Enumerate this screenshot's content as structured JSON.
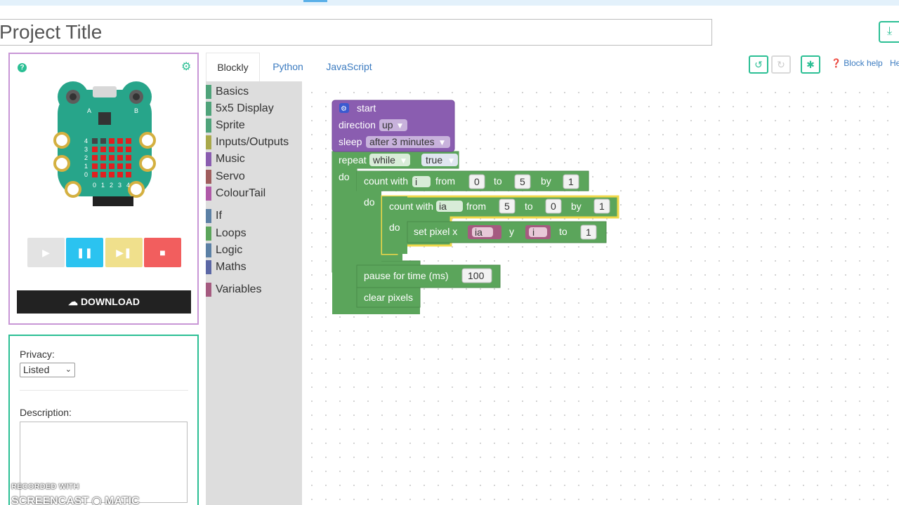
{
  "project": {
    "title_placeholder": "Project Title",
    "save_icon": "download-icon"
  },
  "simulator": {
    "pin_labels": {
      "a": "A",
      "b": "B"
    },
    "row_labels": [
      "4",
      "3",
      "2",
      "1",
      "0"
    ],
    "col_labels": [
      "0",
      "1",
      "2",
      "3",
      "4"
    ],
    "buttons": {
      "play": {
        "glyph": "▶",
        "color": "#e3e3e3"
      },
      "pause": {
        "glyph": "❚❚",
        "color": "#2bc3f0"
      },
      "step": {
        "glyph": "▶❚",
        "color": "#f0e08c"
      },
      "stop": {
        "glyph": "■",
        "color": "#f25e5e"
      }
    },
    "download_label": "DOWNLOAD",
    "download_icon": "cloud-download-icon"
  },
  "info": {
    "privacy_label": "Privacy:",
    "privacy_value": "Listed",
    "description_label": "Description:"
  },
  "watermark": {
    "line1": "RECORDED WITH",
    "line2": "SCREENCAST",
    "line3": "MATIC"
  },
  "editor": {
    "tabs": [
      "Blockly",
      "Python",
      "JavaScript"
    ],
    "block_help": "Block help",
    "help": "He"
  },
  "toolbox": [
    {
      "label": "Basics",
      "color": "#4fa37a"
    },
    {
      "label": "5x5 Display",
      "color": "#4fa37a"
    },
    {
      "label": "Sprite",
      "color": "#4fa37a"
    },
    {
      "label": "Inputs/Outputs",
      "color": "#a9a94b"
    },
    {
      "label": "Music",
      "color": "#8a5db0"
    },
    {
      "label": "Servo",
      "color": "#a05d5d"
    },
    {
      "label": "ColourTail",
      "color": "#b05aa8"
    },
    {
      "label": "If",
      "color": "#5b80a5"
    },
    {
      "label": "Loops",
      "color": "#5ba55b"
    },
    {
      "label": "Logic",
      "color": "#5b80a5"
    },
    {
      "label": "Maths",
      "color": "#5b67a5"
    },
    {
      "label": "Variables",
      "color": "#a55b80"
    }
  ],
  "blocks": {
    "start": {
      "label": "start",
      "direction_label": "direction",
      "direction_value": "up",
      "sleep_label": "sleep",
      "sleep_value": "after 3 minutes"
    },
    "repeat": {
      "label": "repeat",
      "mode": "while",
      "condition": "true",
      "do": "do"
    },
    "count_outer": {
      "label": "count with",
      "var": "i",
      "from_label": "from",
      "from": "0",
      "to_label": "to",
      "to": "5",
      "by_label": "by",
      "by": "1",
      "do": "do"
    },
    "count_inner": {
      "label": "count with",
      "var": "ia",
      "from_label": "from",
      "from": "5",
      "to_label": "to",
      "to": "0",
      "by_label": "by",
      "by": "1",
      "do": "do"
    },
    "set_pixel": {
      "label": "set pixel x",
      "x": "ia",
      "y_label": "y",
      "y": "i",
      "to_label": "to",
      "to": "1"
    },
    "pause": {
      "label": "pause for time (ms)",
      "value": "100"
    },
    "clear": {
      "label": "clear pixels"
    }
  }
}
